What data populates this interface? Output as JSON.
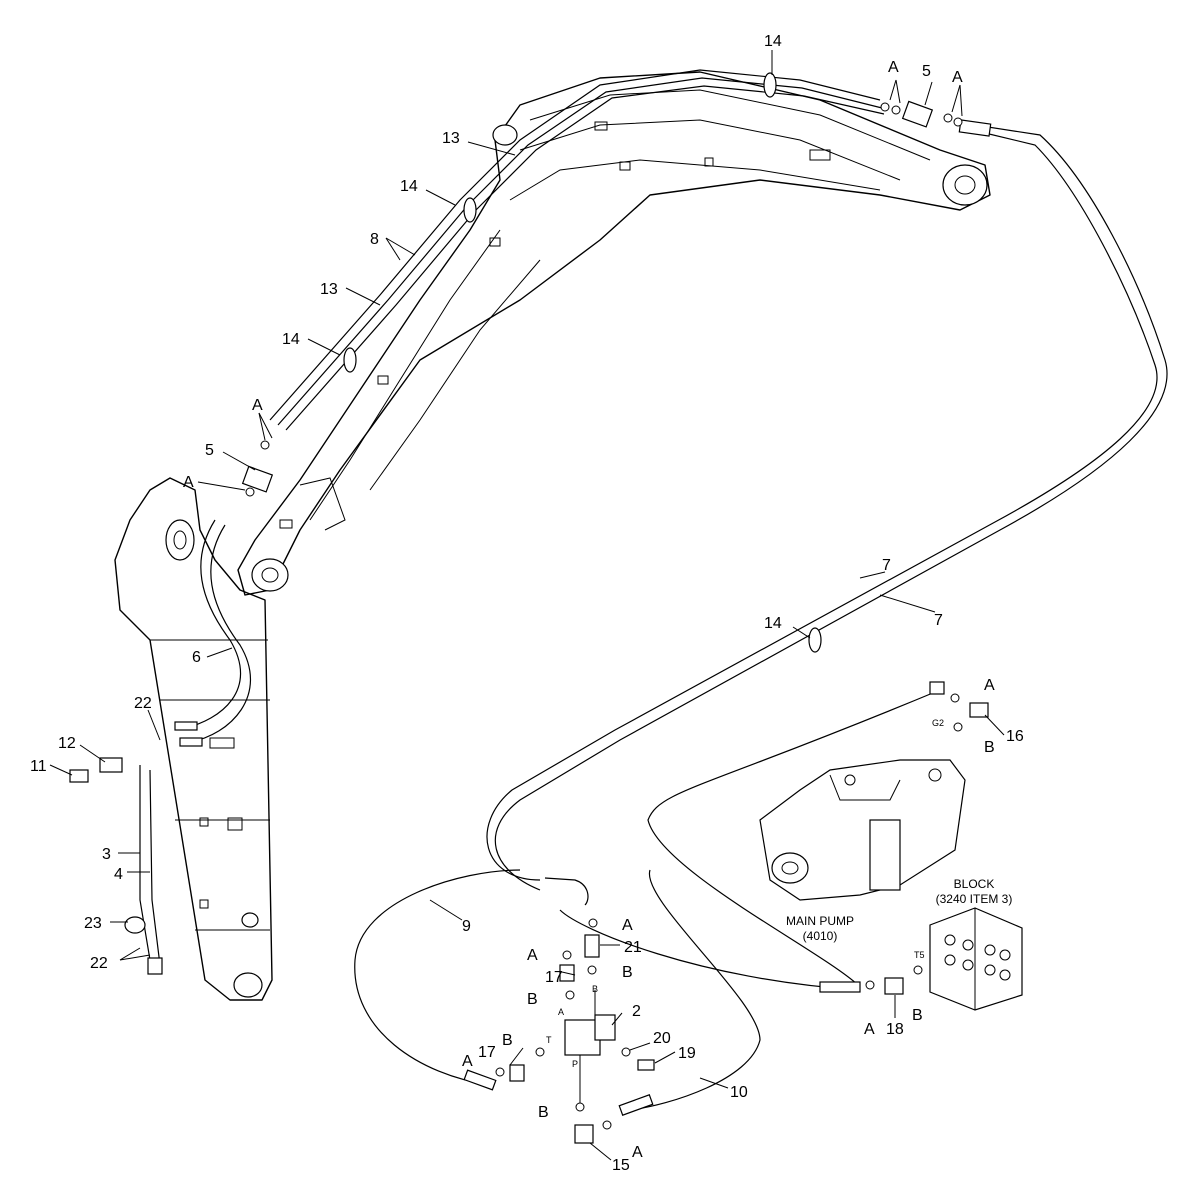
{
  "callouts": {
    "n14": "14",
    "n13": "13",
    "n8": "8",
    "n5": "5",
    "n6": "6",
    "n7": "7",
    "n22": "22",
    "n12": "12",
    "n11": "11",
    "n3": "3",
    "n4": "4",
    "n23": "23",
    "n9": "9",
    "n21": "21",
    "n17": "17",
    "n2": "2",
    "n20": "20",
    "n19": "19",
    "n10": "10",
    "n15": "15",
    "n16": "16",
    "n18": "18",
    "A": "A",
    "B": "B"
  },
  "port_labels": {
    "G2": "G2",
    "T5": "T5",
    "T": "T",
    "P": "P",
    "A": "A",
    "B": "B"
  },
  "components": {
    "main_pump": {
      "name": "MAIN PUMP",
      "code": "(4010)"
    },
    "block": {
      "name": "BLOCK",
      "code": "(3240 ITEM 3)"
    }
  }
}
